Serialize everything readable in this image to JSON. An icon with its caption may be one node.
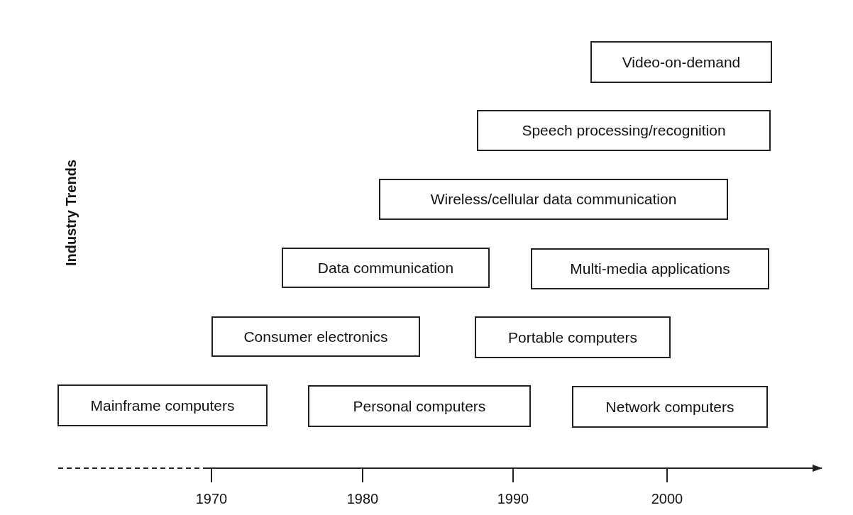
{
  "diagram": {
    "nodes": [
      {
        "text": [
          "Video-on-demand"
        ]
      },
      {
        "text": [
          "Speech processing/recognition"
        ]
      },
      {
        "text": [
          "Wireless/cellular data communication"
        ]
      },
      {
        "text": [
          "Data communication"
        ]
      },
      {
        "text": [
          "Multi-media applications"
        ]
      },
      {
        "text": [
          "Consumer electronics"
        ]
      },
      {
        "text": [
          "Portable computers"
        ]
      },
      {
        "text": [
          "Mainframe computers"
        ]
      },
      {
        "text": [
          "Personal computers"
        ]
      },
      {
        "text": [
          "Network computers"
        ]
      }
    ],
    "labels": [
      "Industry Trends",
      "1970",
      "1980",
      "1990",
      "2000"
    ]
  }
}
